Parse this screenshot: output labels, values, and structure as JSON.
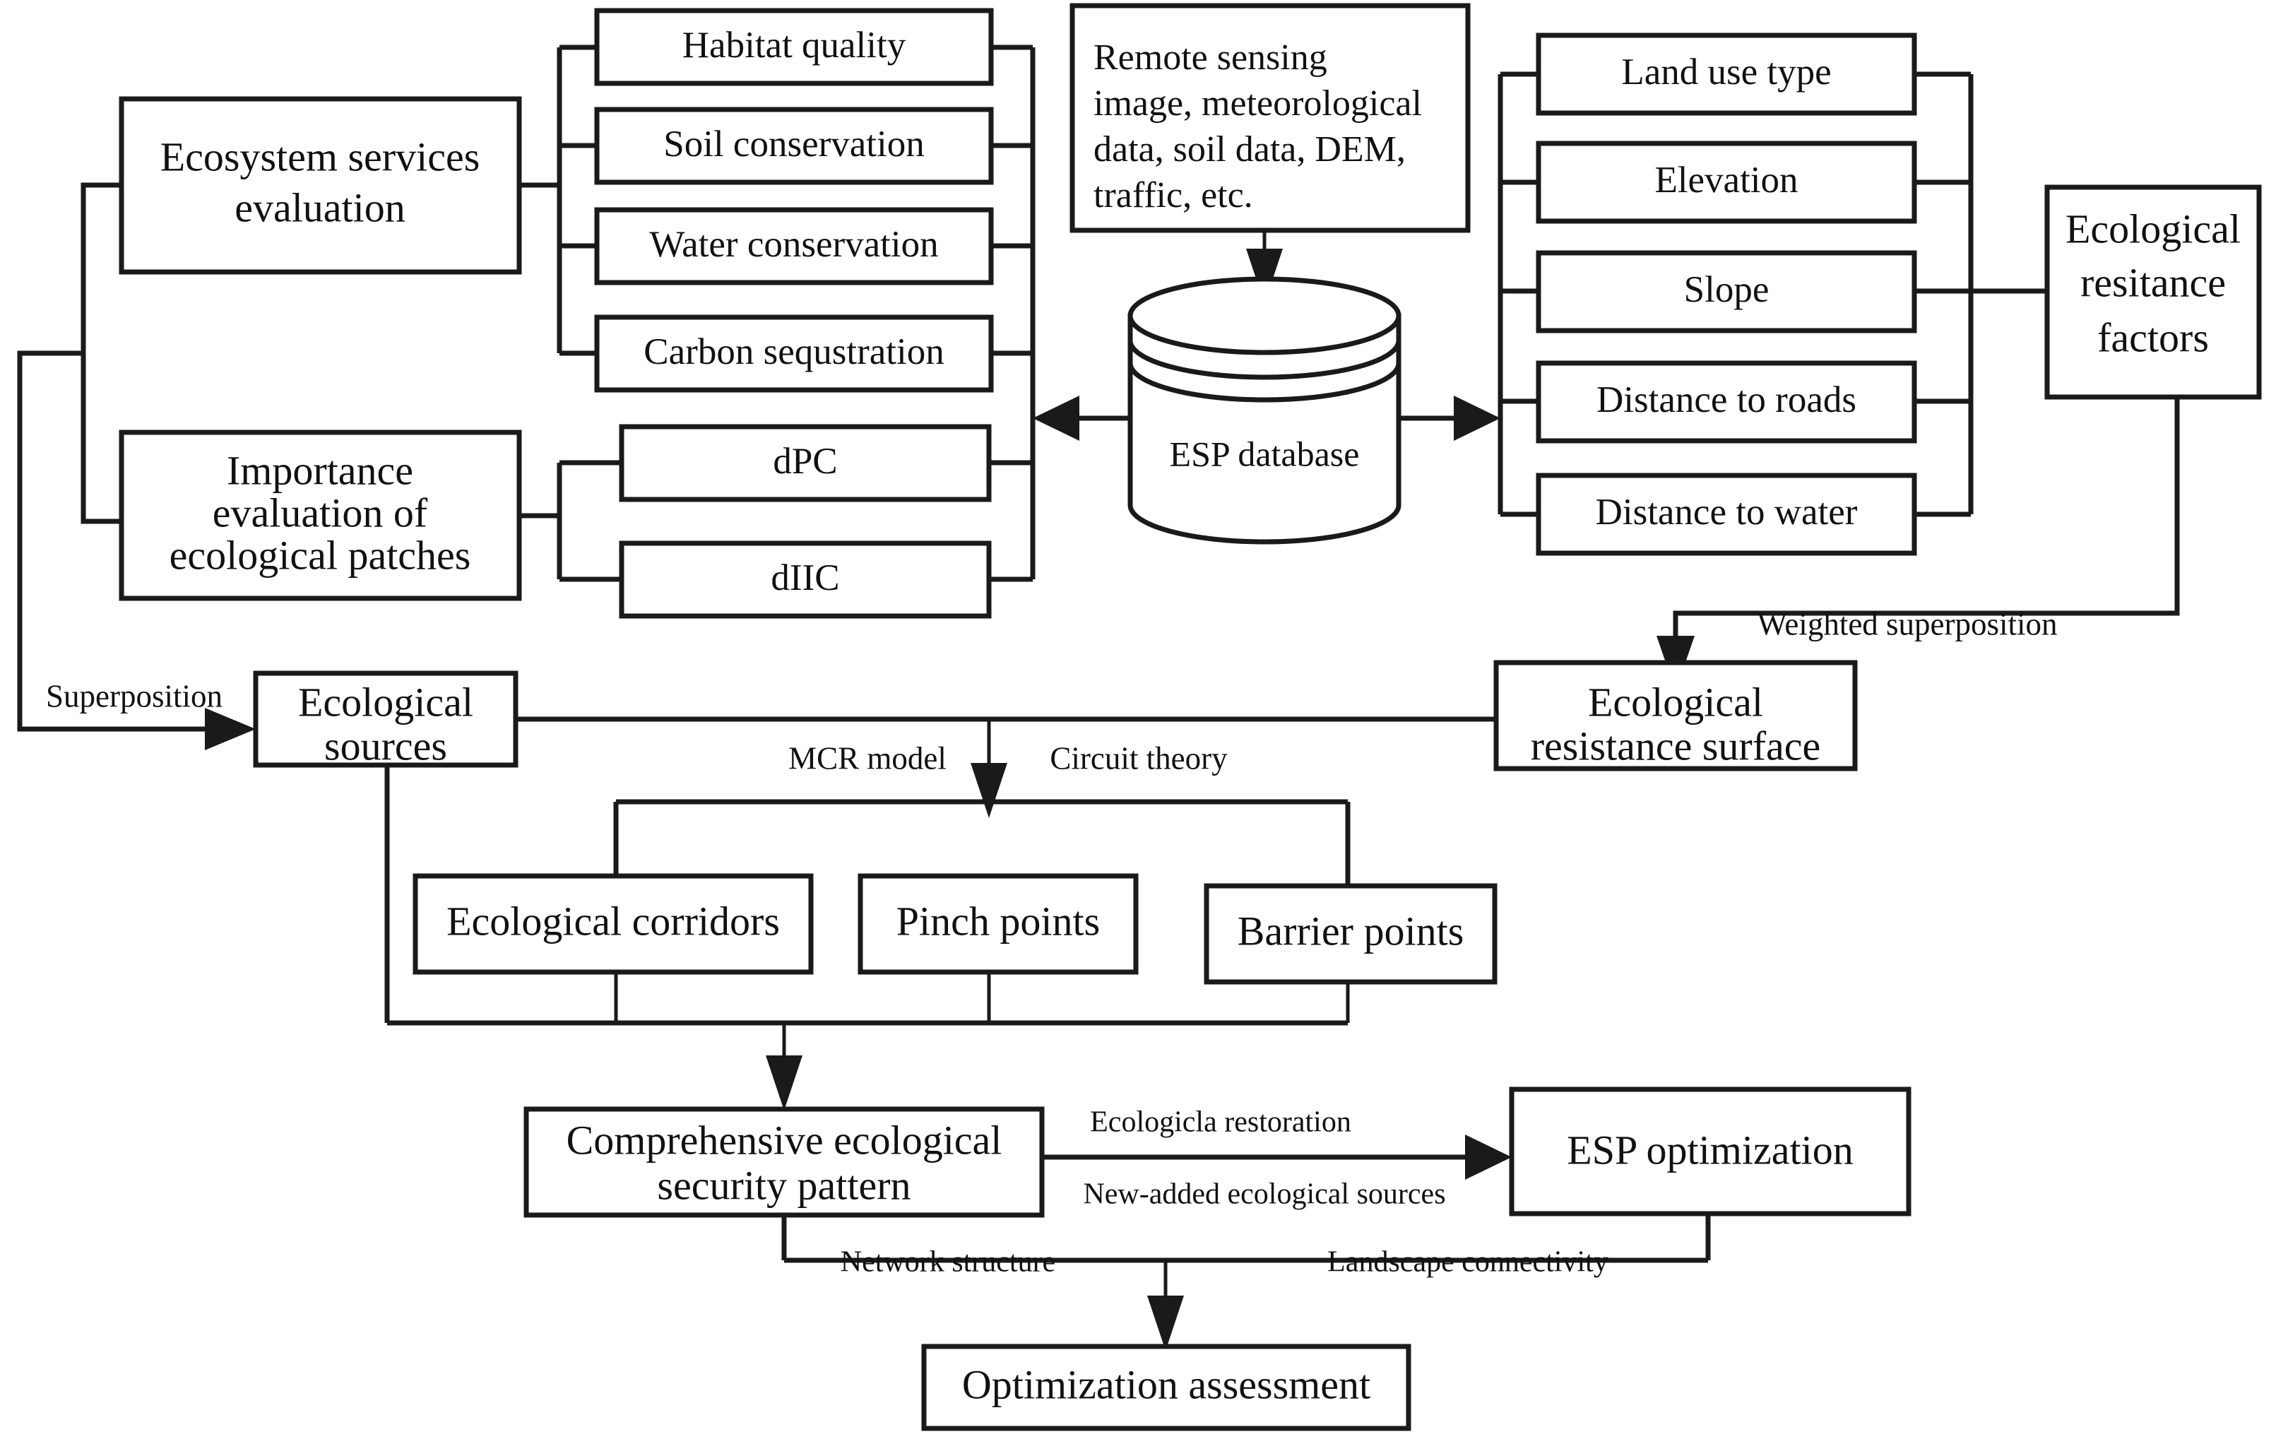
{
  "diagram": {
    "title": "Ecological security pattern (ESP) research framework",
    "type": "flowchart",
    "background_color": "#ffffff",
    "line_color": "#1a1a1a",
    "text_color": "#111111"
  },
  "nodes": {
    "ecosystem_services_evaluation": "Ecosystem services evaluation",
    "ecosystem_services_evaluation_l1": "Ecosystem services",
    "ecosystem_services_evaluation_l2": "evaluation",
    "habitat_quality": "Habitat quality",
    "soil_conservation": "Soil conservation",
    "water_conservation": "Water conservation",
    "carbon_sequstration": "Carbon sequstration",
    "importance_evaluation": "Importance evaluation of ecological patches",
    "importance_evaluation_l1": "Importance",
    "importance_evaluation_l2": "evaluation of",
    "importance_evaluation_l3": "ecological patches",
    "dpc": "dPC",
    "diic": "dIIC",
    "remote_sensing_data": "Remote sensing image, meteorological data, soil data, DEM, traffic, etc.",
    "remote_sensing_data_l1": "Remote sensing",
    "remote_sensing_data_l2": "image, meteorological",
    "remote_sensing_data_l3": "data, soil data, DEM,",
    "remote_sensing_data_l4": "traffic, etc.",
    "esp_database": "ESP database",
    "land_use_type": "Land use type",
    "elevation": "Elevation",
    "slope": "Slope",
    "distance_to_roads": "Distance to roads",
    "distance_to_water": "Distance to water",
    "ecological_resitance_factors": "Ecological resitance factors",
    "ecological_resitance_factors_l1": "Ecological",
    "ecological_resitance_factors_l2": "resitance",
    "ecological_resitance_factors_l3": "factors",
    "ecological_sources": "Ecological sources",
    "ecological_sources_l1": "Ecological",
    "ecological_sources_l2": "sources",
    "ecological_resistance_surface": "Ecological resistance surface",
    "ecological_resistance_surface_l1": "Ecological",
    "ecological_resistance_surface_l2": "resistance surface",
    "ecological_corridors": "Ecological corridors",
    "pinch_points": "Pinch points",
    "barrier_points": "Barrier points",
    "comprehensive_esp": "Comprehensive ecological security pattern",
    "comprehensive_esp_l1": "Comprehensive ecological",
    "comprehensive_esp_l2": "security pattern",
    "esp_optimization": "ESP optimization",
    "optimization_assessment": "Optimization assessment"
  },
  "edge_labels": {
    "weighted_superposition": "Weighted superposition",
    "superposition": "Superposition",
    "mcr_model": "MCR model",
    "circuit_theory": "Circuit theory",
    "ecologicla_restoration": "Ecologicla restoration",
    "new_added_ecological_sources": "New-added ecological sources",
    "network_structure": "Network structure",
    "landscape_connectivity": "Landscape connectivity"
  }
}
